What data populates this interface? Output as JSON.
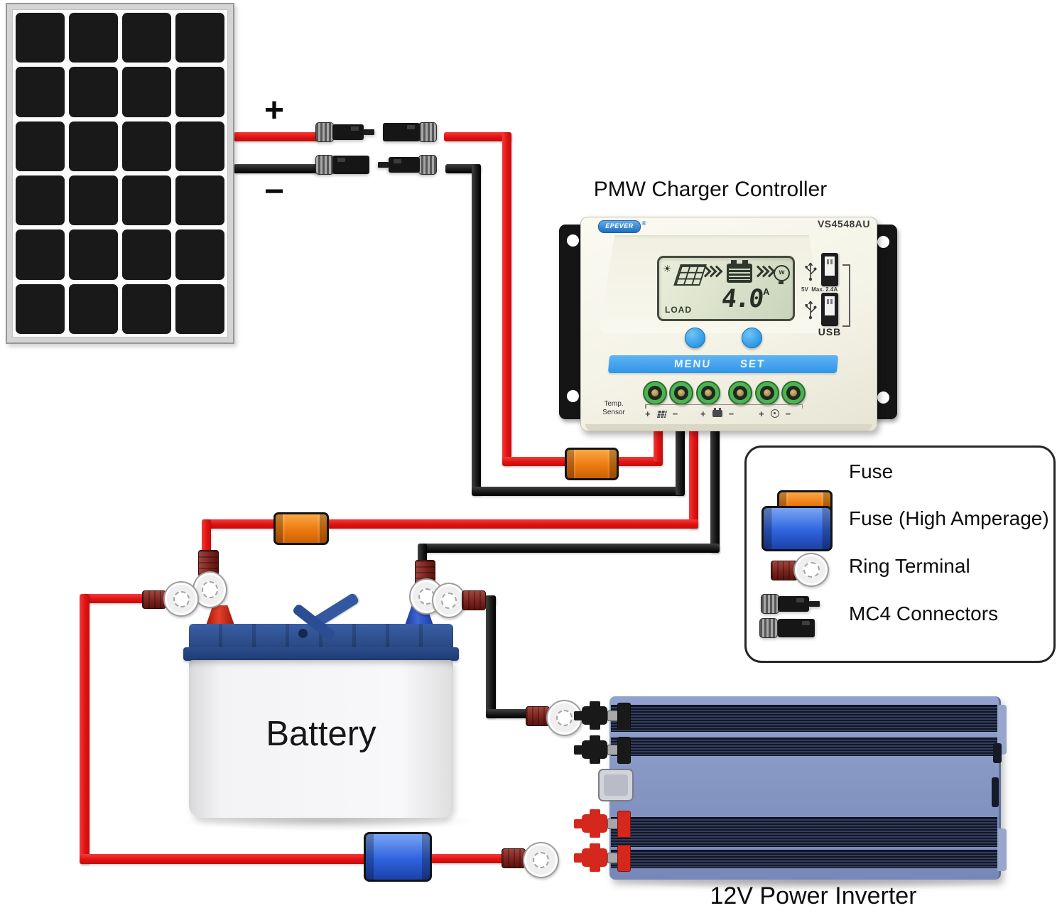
{
  "solar_panel": {
    "positive_label": "+",
    "negative_label": "−"
  },
  "controller": {
    "title": "PMW Charger Controller",
    "brand": "EPEVER",
    "brand_reg": "®",
    "model": "VS4548AU",
    "lcd": {
      "load_label": "LOAD",
      "reading": "4.0",
      "unit": "A",
      "bulb_letter": "w"
    },
    "usb": {
      "voltage": "5V",
      "max_current": "Max. 2.4A",
      "label": "USB"
    },
    "buttons": {
      "menu": "MENU",
      "set": "SET"
    },
    "temp_sensor": {
      "line1": "Temp.",
      "line2": "Sensor"
    },
    "terminal_labels": [
      "+",
      "−",
      "+",
      "−",
      "+",
      "−"
    ]
  },
  "battery": {
    "label": "Battery"
  },
  "inverter": {
    "label": "12V Power Inverter"
  },
  "legend": {
    "fuse": "Fuse",
    "fuse_high_amperage": "Fuse (High Amperage)",
    "ring_terminal": "Ring Terminal",
    "mc4_connectors": "MC4 Connectors"
  },
  "icons": {
    "sun": "☀"
  },
  "colors": {
    "wire_red": "#e11212",
    "wire_black": "#1a1a1a",
    "fuse_orange": "#ee7d12",
    "fuse_blue": "#2f63de",
    "crimp_dark_red": "#7c241e",
    "controller_accent": "#3da2f0",
    "battery_blue": "#2b4d94",
    "inverter_blue": "#8193c4",
    "terminal_green": "#4fb254"
  }
}
